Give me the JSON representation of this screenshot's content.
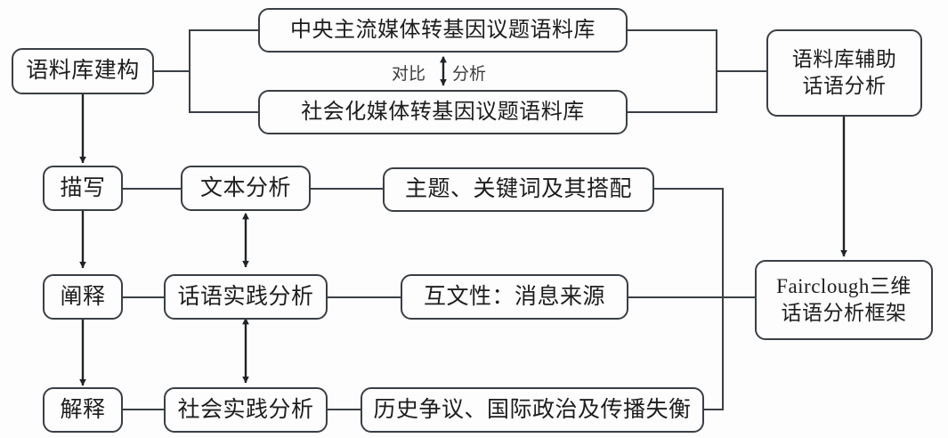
{
  "diagram": {
    "title_present": false,
    "background_color": "#fdfdfd",
    "stroke_color": "#3a3f45",
    "text_color": "#1d1d1d",
    "nodes": {
      "corpus_construction": "语料库建构",
      "central_media_corpus": "中央主流媒体转基因议题语料库",
      "social_media_corpus": "社会化媒体转基因议题语料库",
      "corpus_assisted_discourse": "语料库辅助\n话语分析",
      "corpus_assisted_discourse_line1": "语料库辅助",
      "corpus_assisted_discourse_line2": "话语分析",
      "describe": "描写",
      "interpret": "阐释",
      "explain": "解释",
      "text_analysis": "文本分析",
      "discourse_practice_analysis": "话语实践分析",
      "social_practice_analysis": "社会实践分析",
      "themes_keywords": "主题、关键词及其搭配",
      "intertextuality": "互文性：消息来源",
      "history_politics": "历史争议、国际政治及传播失衡",
      "fairclough_line1": "Fairclough三维",
      "fairclough_line2": "话语分析框架"
    },
    "edge_labels": {
      "compare": "对比",
      "analyze": "分析"
    },
    "icons": {
      "bidirectional_arrow": "double-headed-vertical-arrow",
      "down_arrow": "arrow-down"
    }
  }
}
